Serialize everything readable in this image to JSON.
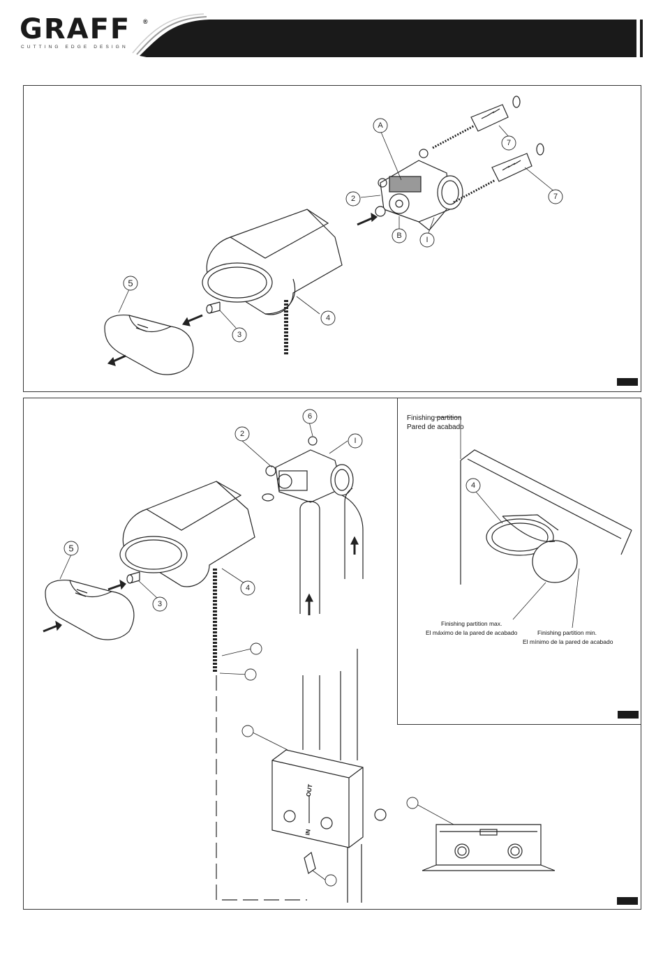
{
  "header": {
    "brand": "GRAFF",
    "registered": "®",
    "tagline": "CUTTING EDGE DESIGN"
  },
  "panel_top": {
    "callouts": {
      "A": "A",
      "B": "B",
      "I": "I",
      "two": "2",
      "three": "3",
      "four": "4",
      "five": "5",
      "seven_a": "7",
      "seven_b": "7"
    }
  },
  "panel_bottom": {
    "callouts": {
      "two": "2",
      "three": "3",
      "four": "4",
      "five": "5",
      "six": "6",
      "I": "I"
    },
    "box_labels": {
      "out": "OUT",
      "in": "IN"
    }
  },
  "panel_inset": {
    "callout_four": "4",
    "finishing_partition_en": "Finishing partition",
    "finishing_partition_es": "Pared de acabado",
    "max_en": "Finishing partition max.",
    "max_es": "El máximo de la pared de acabado",
    "min_en": "Finishing partition min.",
    "min_es": "El mínimo de la pared de acabado"
  }
}
